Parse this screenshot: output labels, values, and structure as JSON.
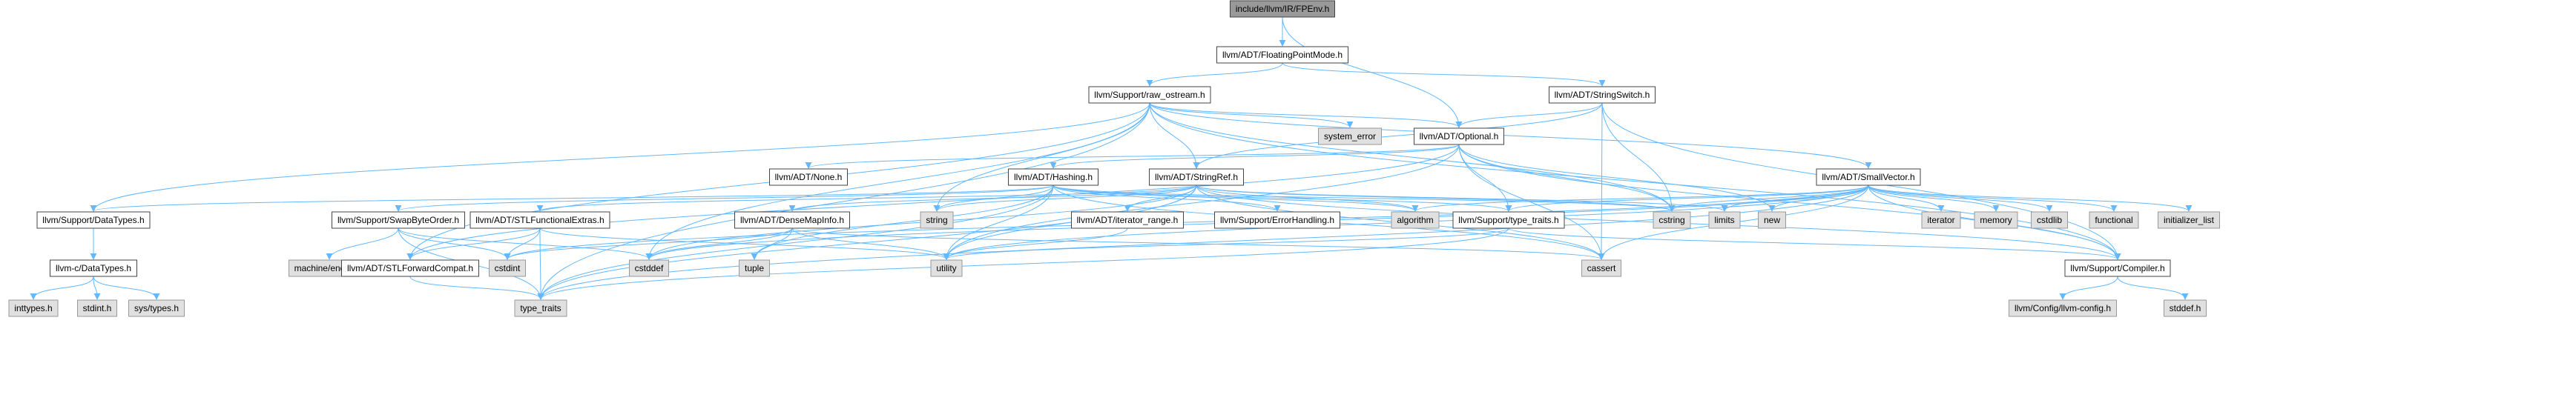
{
  "diagram": {
    "colors": {
      "edge": "#63b8ff",
      "border": "#444444",
      "root_fill": "#999999",
      "node_fill": "#ffffff",
      "system_fill": "#e0e0e0",
      "system_border": "#999999",
      "text": "#000000"
    },
    "nodes": [
      {
        "id": "n0",
        "label": "include/llvm/IR/FPEnv.h",
        "kind": "root"
      },
      {
        "id": "n1",
        "label": "llvm/ADT/FloatingPointMode.h",
        "kind": "node"
      },
      {
        "id": "n2",
        "label": "llvm/Support/raw_ostream.h",
        "kind": "node"
      },
      {
        "id": "n3",
        "label": "llvm/ADT/StringSwitch.h",
        "kind": "node"
      },
      {
        "id": "n4",
        "label": "system_error",
        "kind": "system"
      },
      {
        "id": "n5",
        "label": "llvm/ADT/Optional.h",
        "kind": "node"
      },
      {
        "id": "n6",
        "label": "llvm/ADT/None.h",
        "kind": "node"
      },
      {
        "id": "n7",
        "label": "llvm/ADT/Hashing.h",
        "kind": "node"
      },
      {
        "id": "n8",
        "label": "llvm/ADT/StringRef.h",
        "kind": "node"
      },
      {
        "id": "n9",
        "label": "llvm/ADT/SmallVector.h",
        "kind": "node"
      },
      {
        "id": "n10",
        "label": "llvm/Support/DataTypes.h",
        "kind": "node"
      },
      {
        "id": "n11",
        "label": "llvm/Support/SwapByteOrder.h",
        "kind": "node"
      },
      {
        "id": "n12",
        "label": "llvm/ADT/STLFunctionalExtras.h",
        "kind": "node"
      },
      {
        "id": "n13",
        "label": "llvm/ADT/DenseMapInfo.h",
        "kind": "node"
      },
      {
        "id": "n14",
        "label": "llvm/ADT/iterator_range.h",
        "kind": "node"
      },
      {
        "id": "n15",
        "label": "llvm/Support/ErrorHandling.h",
        "kind": "node"
      },
      {
        "id": "n16",
        "label": "llvm/Support/type_traits.h",
        "kind": "node"
      },
      {
        "id": "n17",
        "label": "string",
        "kind": "system"
      },
      {
        "id": "n18",
        "label": "algorithm",
        "kind": "system"
      },
      {
        "id": "n19",
        "label": "cstring",
        "kind": "system"
      },
      {
        "id": "n20",
        "label": "limits",
        "kind": "system"
      },
      {
        "id": "n21",
        "label": "new",
        "kind": "system"
      },
      {
        "id": "n22",
        "label": "iterator",
        "kind": "system"
      },
      {
        "id": "n23",
        "label": "memory",
        "kind": "system"
      },
      {
        "id": "n24",
        "label": "cstdlib",
        "kind": "system"
      },
      {
        "id": "n25",
        "label": "functional",
        "kind": "system"
      },
      {
        "id": "n26",
        "label": "initializer_list",
        "kind": "system"
      },
      {
        "id": "n27",
        "label": "llvm-c/DataTypes.h",
        "kind": "node"
      },
      {
        "id": "n28",
        "label": "machine/endian.h",
        "kind": "system"
      },
      {
        "id": "n29",
        "label": "llvm/ADT/STLForwardCompat.h",
        "kind": "node"
      },
      {
        "id": "n30",
        "label": "cstdint",
        "kind": "system"
      },
      {
        "id": "n31",
        "label": "cstddef",
        "kind": "system"
      },
      {
        "id": "n32",
        "label": "tuple",
        "kind": "system"
      },
      {
        "id": "n33",
        "label": "utility",
        "kind": "system"
      },
      {
        "id": "n34",
        "label": "cassert",
        "kind": "system"
      },
      {
        "id": "n35",
        "label": "llvm/Support/Compiler.h",
        "kind": "node"
      },
      {
        "id": "n36",
        "label": "inttypes.h",
        "kind": "system"
      },
      {
        "id": "n37",
        "label": "stdint.h",
        "kind": "system"
      },
      {
        "id": "n38",
        "label": "sys/types.h",
        "kind": "system"
      },
      {
        "id": "n39",
        "label": "type_traits",
        "kind": "system"
      },
      {
        "id": "n40",
        "label": "llvm/Config/llvm-config.h",
        "kind": "system"
      },
      {
        "id": "n41",
        "label": "stddef.h",
        "kind": "system"
      }
    ],
    "edges": [
      [
        "n0",
        "n1"
      ],
      [
        "n0",
        "n5"
      ],
      [
        "n1",
        "n2"
      ],
      [
        "n1",
        "n3"
      ],
      [
        "n2",
        "n4"
      ],
      [
        "n2",
        "n5"
      ],
      [
        "n2",
        "n8"
      ],
      [
        "n2",
        "n9"
      ],
      [
        "n2",
        "n10"
      ],
      [
        "n2",
        "n17"
      ],
      [
        "n2",
        "n19"
      ],
      [
        "n2",
        "n29"
      ],
      [
        "n2",
        "n31"
      ],
      [
        "n2",
        "n39"
      ],
      [
        "n2",
        "n35"
      ],
      [
        "n3",
        "n5"
      ],
      [
        "n3",
        "n8"
      ],
      [
        "n3",
        "n19"
      ],
      [
        "n3",
        "n34"
      ],
      [
        "n3",
        "n35"
      ],
      [
        "n5",
        "n6"
      ],
      [
        "n5",
        "n7"
      ],
      [
        "n5",
        "n16"
      ],
      [
        "n5",
        "n29"
      ],
      [
        "n5",
        "n35"
      ],
      [
        "n5",
        "n34"
      ],
      [
        "n5",
        "n21"
      ],
      [
        "n5",
        "n33"
      ],
      [
        "n5",
        "n19"
      ],
      [
        "n7",
        "n10"
      ],
      [
        "n7",
        "n11"
      ],
      [
        "n7",
        "n16"
      ],
      [
        "n7",
        "n15"
      ],
      [
        "n7",
        "n18"
      ],
      [
        "n7",
        "n19"
      ],
      [
        "n7",
        "n17"
      ],
      [
        "n7",
        "n32"
      ],
      [
        "n7",
        "n33"
      ],
      [
        "n7",
        "n34"
      ],
      [
        "n7",
        "n39"
      ],
      [
        "n8",
        "n12"
      ],
      [
        "n8",
        "n13"
      ],
      [
        "n8",
        "n14"
      ],
      [
        "n8",
        "n35"
      ],
      [
        "n8",
        "n18"
      ],
      [
        "n8",
        "n34"
      ],
      [
        "n8",
        "n31"
      ],
      [
        "n8",
        "n19"
      ],
      [
        "n8",
        "n20"
      ],
      [
        "n8",
        "n17"
      ],
      [
        "n8",
        "n39"
      ],
      [
        "n8",
        "n33"
      ],
      [
        "n9",
        "n35"
      ],
      [
        "n9",
        "n16"
      ],
      [
        "n9",
        "n18"
      ],
      [
        "n9",
        "n34"
      ],
      [
        "n9",
        "n31"
      ],
      [
        "n9",
        "n30"
      ],
      [
        "n9",
        "n24"
      ],
      [
        "n9",
        "n25"
      ],
      [
        "n9",
        "n26"
      ],
      [
        "n9",
        "n22"
      ],
      [
        "n9",
        "n20"
      ],
      [
        "n9",
        "n23"
      ],
      [
        "n9",
        "n21"
      ],
      [
        "n9",
        "n39"
      ],
      [
        "n9",
        "n33"
      ],
      [
        "n9",
        "n19"
      ],
      [
        "n10",
        "n27"
      ],
      [
        "n11",
        "n28"
      ],
      [
        "n11",
        "n30"
      ],
      [
        "n11",
        "n31"
      ],
      [
        "n11",
        "n39"
      ],
      [
        "n12",
        "n29"
      ],
      [
        "n12",
        "n30"
      ],
      [
        "n12",
        "n39"
      ],
      [
        "n12",
        "n33"
      ],
      [
        "n13",
        "n30"
      ],
      [
        "n13",
        "n31"
      ],
      [
        "n13",
        "n32"
      ],
      [
        "n13",
        "n33"
      ],
      [
        "n13",
        "n34"
      ],
      [
        "n14",
        "n33"
      ],
      [
        "n16",
        "n35"
      ],
      [
        "n16",
        "n39"
      ],
      [
        "n16",
        "n33"
      ],
      [
        "n27",
        "n36"
      ],
      [
        "n27",
        "n37"
      ],
      [
        "n27",
        "n38"
      ],
      [
        "n29",
        "n39"
      ],
      [
        "n35",
        "n40"
      ],
      [
        "n35",
        "n41"
      ]
    ]
  }
}
